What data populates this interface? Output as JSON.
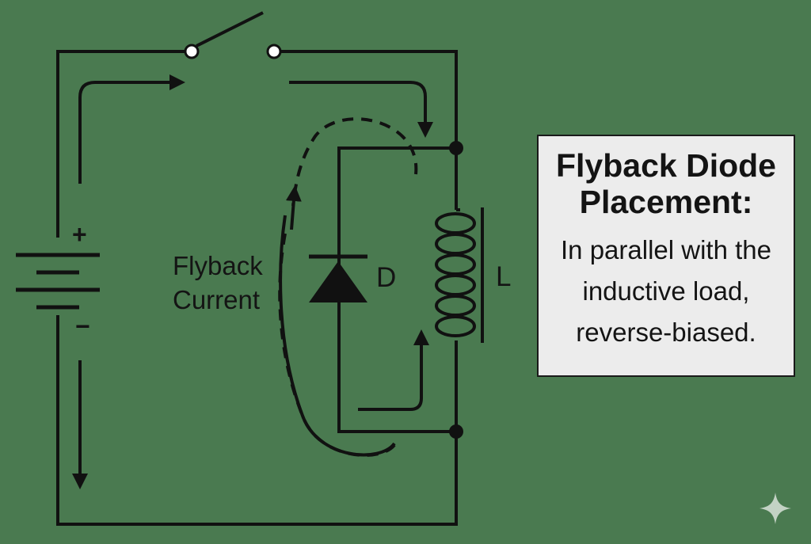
{
  "diagram": {
    "title": "Flyback Diode Placement:",
    "note": "In parallel with the inductive load, reverse-biased.",
    "current_label": "Flyback Current",
    "diode_label": "D",
    "inductor_label": "L",
    "battery_plus": "+",
    "battery_minus": "−"
  },
  "colors": {
    "background": "#4a7a50",
    "stroke": "#111111",
    "panel": "#ececec"
  },
  "icons": [
    "switch-icon",
    "battery-icon",
    "diode-icon",
    "inductor-icon",
    "arrow-icon",
    "sparkle-icon"
  ]
}
